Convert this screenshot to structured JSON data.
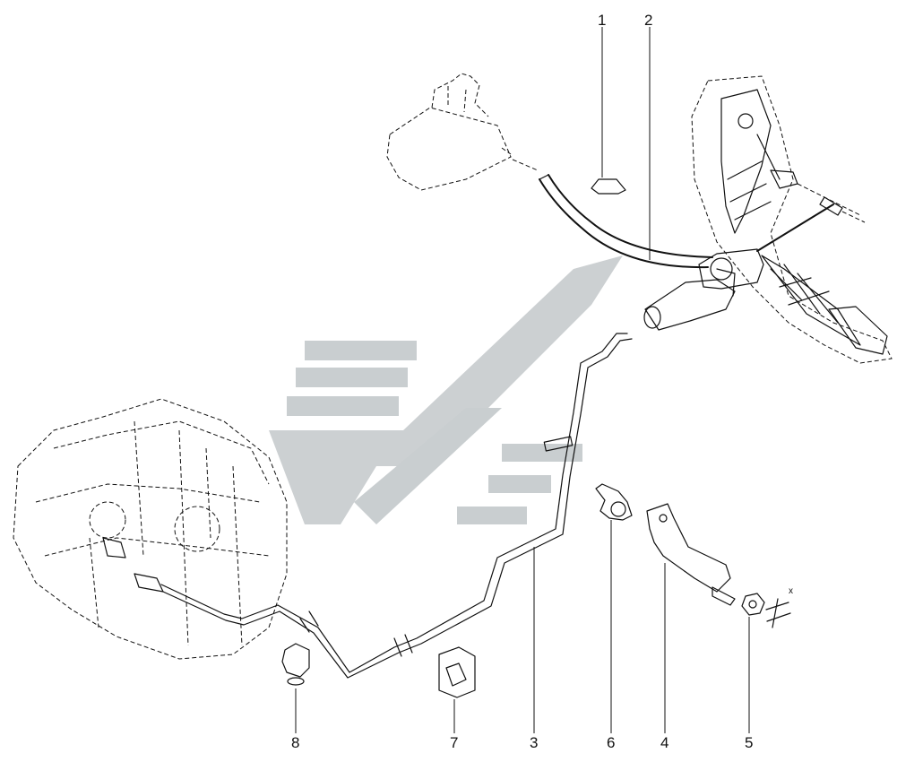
{
  "callouts": {
    "c1": "1",
    "c2": "2",
    "c3": "3",
    "c4": "4",
    "c5": "5",
    "c6": "6",
    "c7": "7",
    "c8": "8"
  },
  "dimension": {
    "x_label": "x"
  },
  "colors": {
    "line": "#111111",
    "watermark": "#c9ced0"
  }
}
